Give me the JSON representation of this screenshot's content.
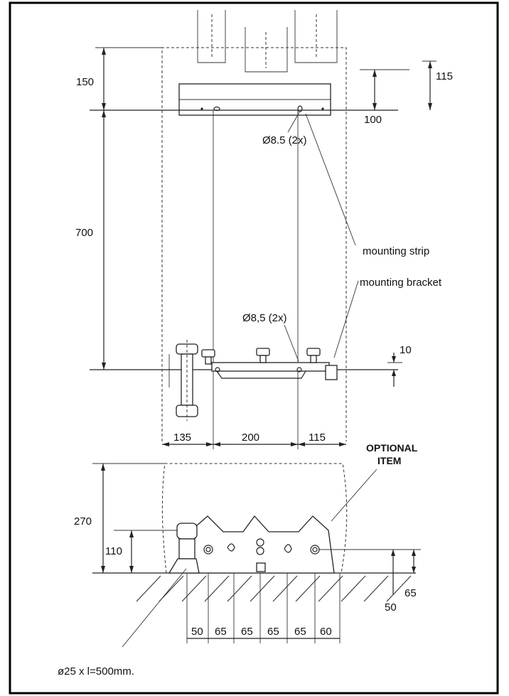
{
  "dimensions": {
    "top_clearance": "150",
    "strip_offset": "115",
    "strip_to_hole": "100",
    "strip_hole": "Ø8.5 (2x)",
    "vertical_spacing": "700",
    "bracket_hole": "Ø8,5 (2x)",
    "bracket_offset": "10",
    "h_left": "135",
    "h_mid": "200",
    "h_right": "115",
    "depth": "270",
    "pipe_height": "110",
    "b1": "50",
    "b2": "65",
    "b3": "65",
    "b4": "65",
    "b5": "65",
    "b6": "60",
    "r_65": "65",
    "r_50": "50"
  },
  "labels": {
    "mounting_strip": "mounting strip",
    "mounting_bracket": "mounting bracket",
    "optional_line1": "OPTIONAL",
    "optional_line2": "ITEM",
    "pipe_note": "ø25 x l=500mm."
  }
}
